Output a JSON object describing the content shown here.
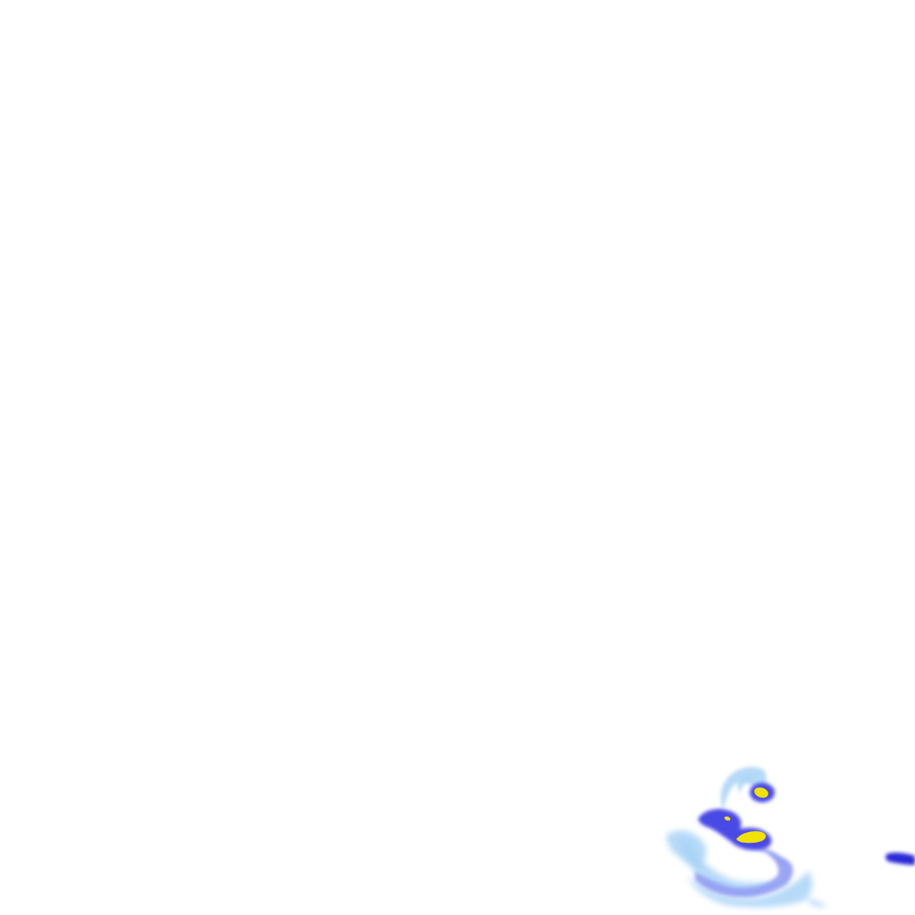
{
  "map": {
    "background_color": "#ffffff",
    "layer": "precipitation-radar-tile",
    "palette": {
      "light": "#a9d3f7",
      "medium": "#8f9cf2",
      "heavy": "#4a4ae6",
      "very_heavy": "#2b2bd6",
      "intense": "#f2e200"
    },
    "cells": [
      {
        "name": "precip-cell-north-ring",
        "intensity": "light"
      },
      {
        "name": "precip-cell-north-core",
        "intensity": "heavy"
      },
      {
        "name": "precip-cell-north-peak",
        "intensity": "intense"
      },
      {
        "name": "precip-cell-center-band",
        "intensity": "heavy"
      },
      {
        "name": "precip-cell-center-peak-small",
        "intensity": "intense"
      },
      {
        "name": "precip-cell-center-peak-large",
        "intensity": "intense"
      },
      {
        "name": "precip-cell-southern-arc",
        "intensity": "medium"
      },
      {
        "name": "precip-cell-southern-arc-light",
        "intensity": "light"
      },
      {
        "name": "precip-cell-east-edge",
        "intensity": "very_heavy"
      }
    ]
  }
}
